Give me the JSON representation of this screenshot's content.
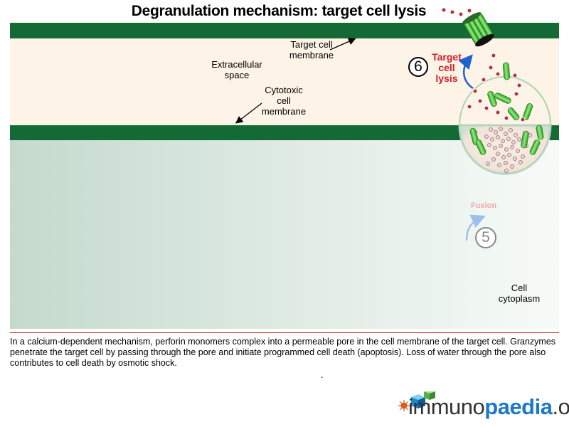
{
  "title": "Degranulation mechanism: target cell lysis",
  "labels": {
    "target_membrane": "Target cell membrane",
    "extracellular": "Extracellular space",
    "cytotoxic_membrane": "Cytotoxic cell membrane",
    "cytoplasm": "Cell cytoplasm",
    "step6_label": "Target cell lysis",
    "step5_label": "Fusion"
  },
  "steps": {
    "step6": "6",
    "step5": "5"
  },
  "caption": "In a calcium-dependent mechanism, perforin monomers complex into a permeable pore in the cell membrane of the target cell. Granzymes penetrate the target cell by passing through the pore and initiate programmed cell death (apoptosis). Loss of water through the pore also contributes to cell death by osmotic shock.",
  "footnote": ".",
  "logo": {
    "part1": "immuno",
    "part2": "paedia",
    "part3": ".org"
  },
  "colors": {
    "membrane": "#136a34",
    "extracellular": "#fdf3e6",
    "cytoplasm": "#c9ddd3",
    "perforin": "#4ccc3c",
    "granzyme": "#b5303a",
    "arrow_blue": "#2060d0"
  }
}
